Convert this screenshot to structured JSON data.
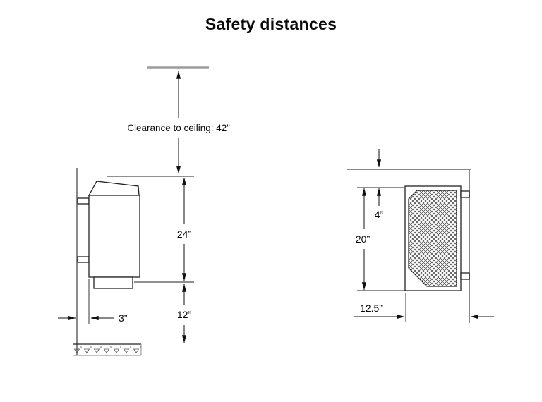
{
  "title": "Safety distances",
  "side_view": {
    "clearance_label": "Clearance to ceiling: 42”",
    "height_label": "24”",
    "floor_clearance_label": "12”",
    "wall_clearance_label": "3”"
  },
  "top_view": {
    "depth_label": "20”",
    "wall_gap_label": "4”",
    "side_clearance_label": "12.5”"
  },
  "colors": {
    "line": "#111111",
    "wall": "#8a8a8a",
    "background": "#ffffff"
  }
}
